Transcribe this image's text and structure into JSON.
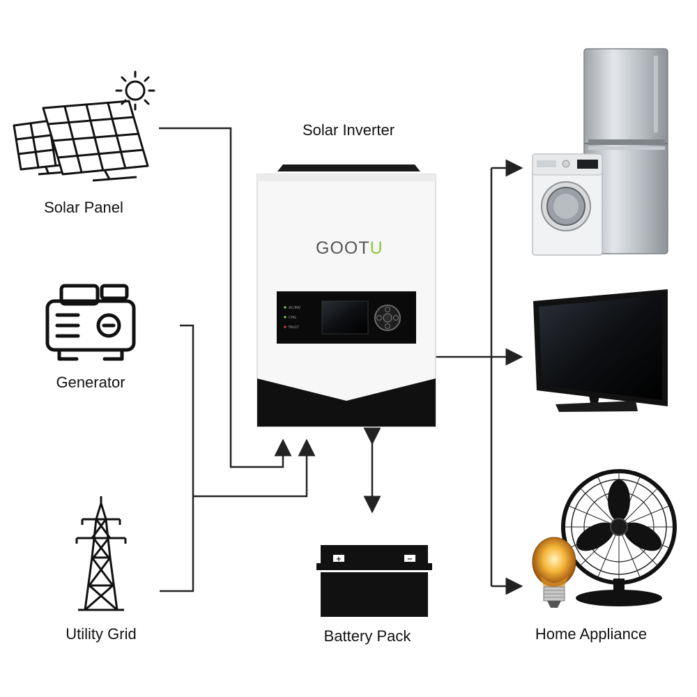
{
  "labels": {
    "solar_inverter": "Solar Inverter",
    "solar_panel": "Solar Panel",
    "generator": "Generator",
    "utility_grid": "Utility Grid",
    "battery_pack": "Battery Pack",
    "home_appliance": "Home Appliance"
  },
  "inverter": {
    "brand": "GOOTU",
    "leds": [
      "AC/INV",
      "CHG",
      "FAULT"
    ]
  },
  "battery": {
    "positive": "+",
    "negative": "−"
  },
  "colors": {
    "line": "#222222",
    "brand_gray": "#555555",
    "brand_accent": "#8dc63f",
    "sun_accent": "#f2b705",
    "inverter_body": "#f7f7f7",
    "inverter_dark": "#101010"
  },
  "icons": [
    "solar-panel-icon",
    "sun-icon",
    "generator-icon",
    "utility-tower-icon",
    "battery-icon",
    "refrigerator-icon",
    "washing-machine-icon",
    "television-icon",
    "fan-icon",
    "light-bulb-icon"
  ]
}
